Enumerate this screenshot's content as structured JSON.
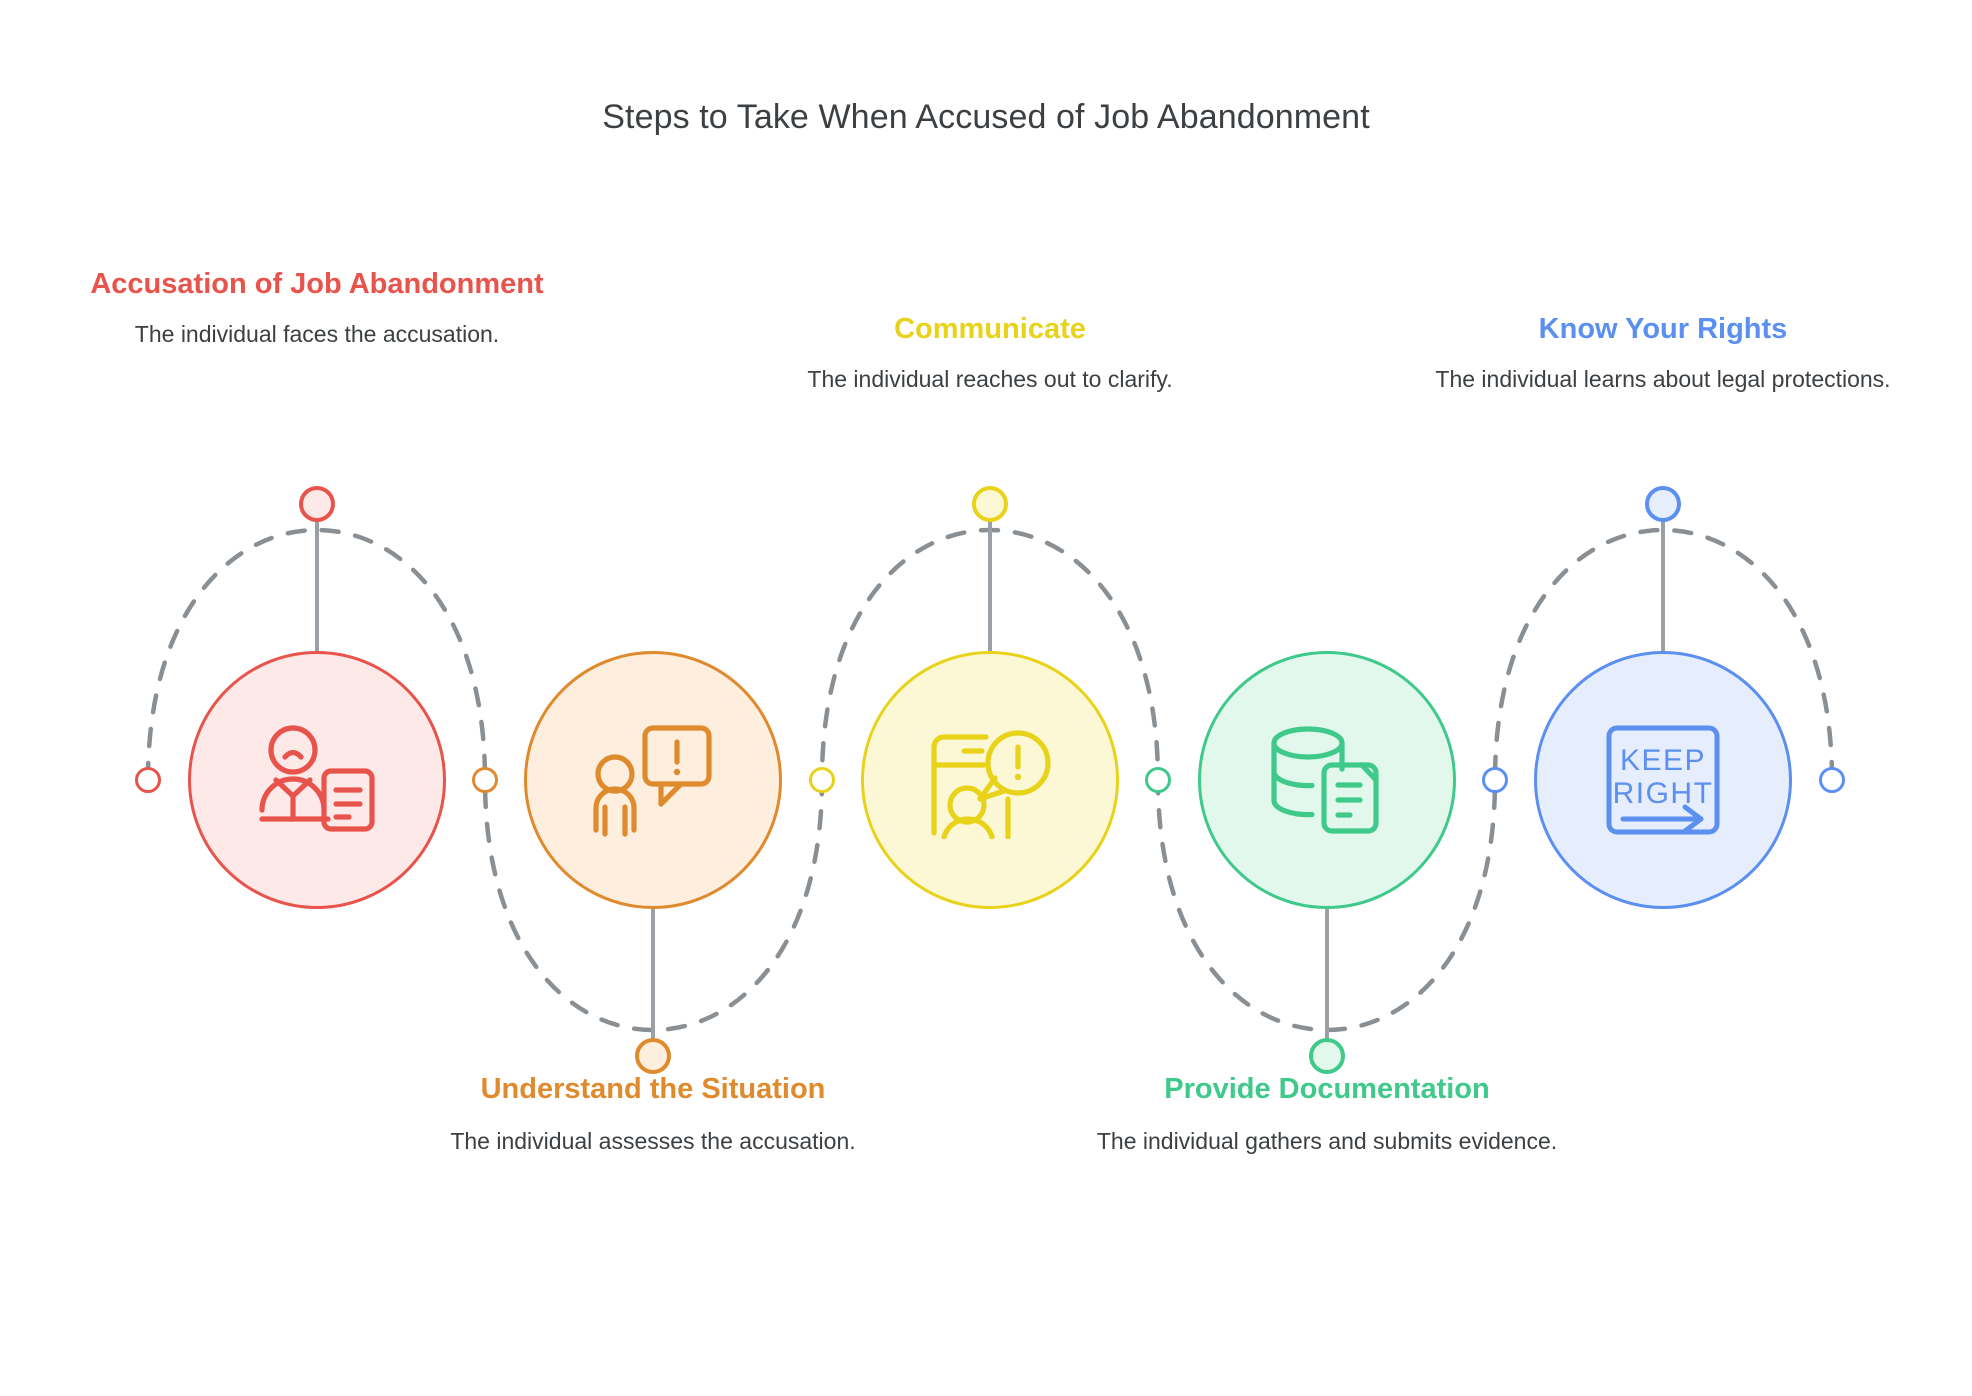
{
  "title": "Steps to Take When Accused of Job Abandonment",
  "colors": {
    "background": "#ffffff",
    "title_text": "#3c4043",
    "body_text": "#3c4043",
    "dash_line": "#8a8f94",
    "stem": "#9aa0a6",
    "step1": "#e8534b",
    "step1_fill": "#fde9e7",
    "step2": "#e08a2e",
    "step2_fill": "#fdeedd",
    "step3": "#e8d21a",
    "step3_fill": "#fcf8d5",
    "step4": "#3fc98a",
    "step4_fill": "#e2f8ed",
    "step5": "#5b8ff0",
    "step5_fill": "#e6eefd"
  },
  "steps": [
    {
      "id": "accusation-of-job-abandonment",
      "heading": "Accusation of Job Abandonment",
      "description": "The individual faces the accusation.",
      "icon": "sad-person-document-icon",
      "color_key": "step1",
      "position": "above"
    },
    {
      "id": "understand-the-situation",
      "heading": "Understand the Situation",
      "description": "The individual assesses the accusation.",
      "icon": "person-alert-speech-bubble-icon",
      "color_key": "step2",
      "position": "below"
    },
    {
      "id": "communicate",
      "heading": "Communicate",
      "description": "The individual reaches out to clarify.",
      "icon": "person-card-alert-bubble-icon",
      "color_key": "step3",
      "position": "above"
    },
    {
      "id": "provide-documentation",
      "heading": "Provide Documentation",
      "description": "The individual gathers and submits evidence.",
      "icon": "database-document-icon",
      "color_key": "step4",
      "position": "below"
    },
    {
      "id": "know-your-rights",
      "heading": "Know Your Rights",
      "description": "The individual learns about legal protections.",
      "icon": "keep-right-sign-icon",
      "color_key": "step5",
      "position": "above"
    }
  ],
  "sign_icon_text": {
    "line1": "KEEP",
    "line2": "RIGHT"
  }
}
